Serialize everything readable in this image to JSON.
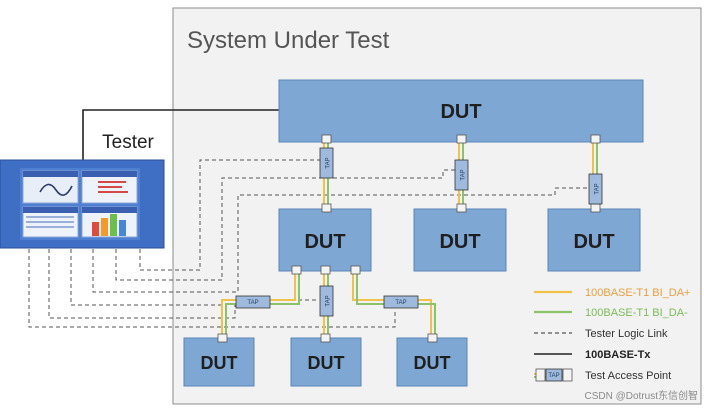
{
  "diagram": {
    "system_title": "System Under Test",
    "tester_label": "Tester",
    "dut_label": "DUT",
    "tap_label": "TAP",
    "colors": {
      "dut_fill": "#7ea7d4",
      "dut_stroke": "#5a86b8",
      "system_fill": "#f2f2f2",
      "bi_da_plus": "#f0c24a",
      "bi_da_minus": "#8cc26a",
      "tester_logic": "#555555",
      "base_tx": "#222222",
      "tester_bg": "#3e6fc6"
    }
  },
  "legend": [
    {
      "label": "100BASE-T1 BI_DA+",
      "style": "yellow-line",
      "color": "#e8a040"
    },
    {
      "label": "100BASE-T1 BI_DA-",
      "style": "green-line",
      "color": "#7dba5a"
    },
    {
      "label": "Tester Logic Link",
      "style": "dashed-line",
      "color": "#333333"
    },
    {
      "label": "100BASE-Tx",
      "style": "solid-line",
      "color": "#222222"
    },
    {
      "label": "Test Access Point",
      "style": "tap-icon",
      "color": "#333333"
    }
  ],
  "watermark": "CSDN @Dotrust东信创智"
}
